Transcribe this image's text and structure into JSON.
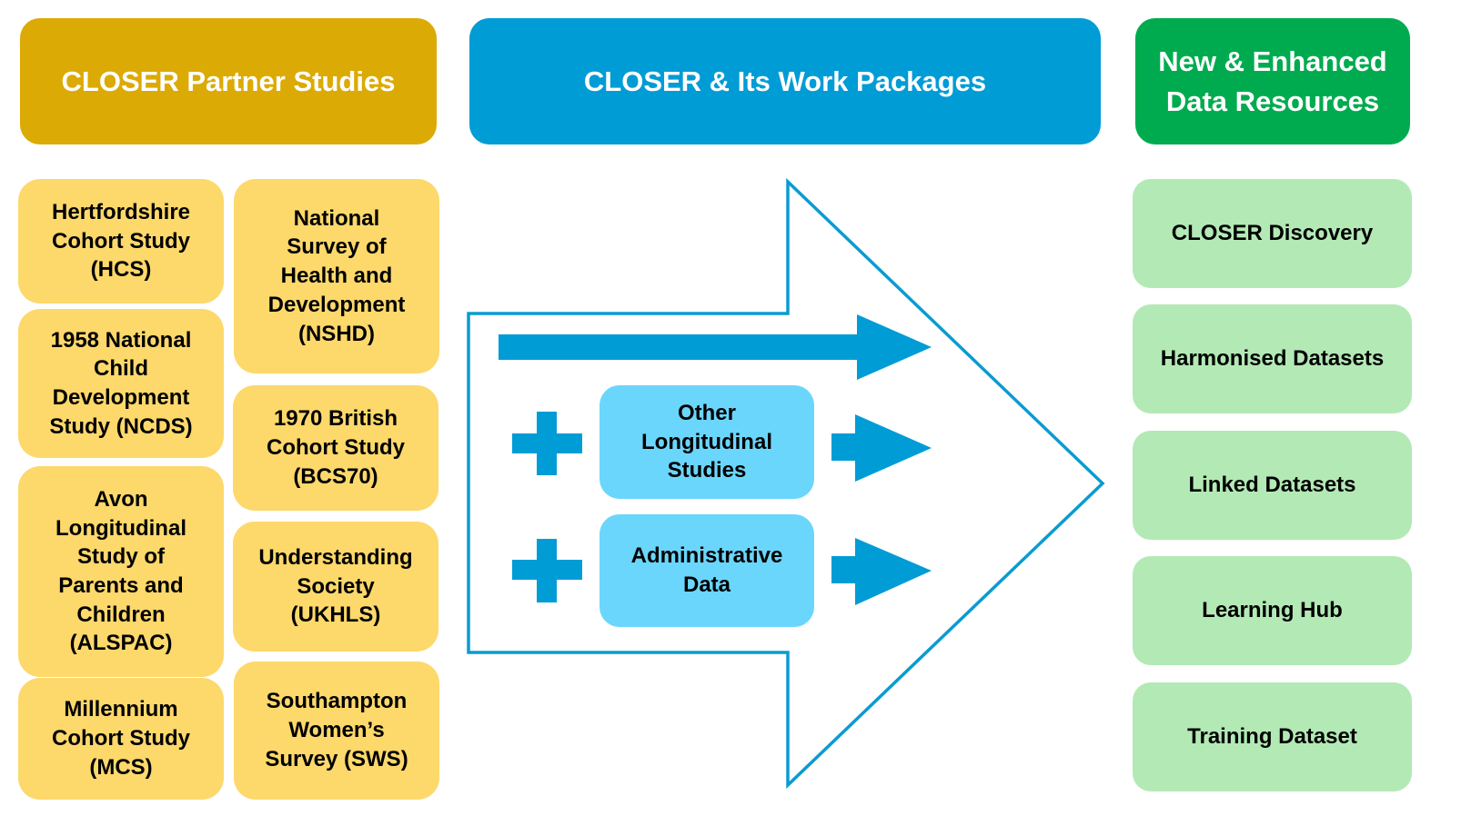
{
  "headers": {
    "partners": "CLOSER Partner Studies",
    "work_packages": "CLOSER & Its Work Packages",
    "resources": "New & Enhanced\nData Resources"
  },
  "partner_studies": {
    "left_column": [
      "Hertfordshire\nCohort Study\n(HCS)",
      "1958 National\nChild\nDevelopment\nStudy (NCDS)",
      "Avon\nLongitudinal\nStudy of\nParents and\nChildren\n(ALSPAC)",
      "Millennium\nCohort Study\n(MCS)"
    ],
    "right_column": [
      "National\nSurvey of\nHealth and\nDevelopment\n(NSHD)",
      "1970 British\nCohort Study\n(BCS70)",
      "Understanding\nSociety\n(UKHLS)",
      "Southampton\nWomen’s\nSurvey (SWS)"
    ]
  },
  "work_packages": {
    "additions": [
      "Other\nLongitudinal\nStudies",
      "Administrative\nData"
    ]
  },
  "resources": [
    "CLOSER Discovery",
    "Harmonised Datasets",
    "Linked Datasets",
    "Learning Hub",
    "Training Dataset"
  ],
  "colors": {
    "partner_header": "#dcaa04",
    "partner_box": "#fdd86b",
    "work_header": "#009cd6",
    "work_box": "#6ad6fc",
    "arrow": "#009cd6",
    "resource_header": "#00ab4f",
    "resource_box": "#b3e9b5"
  }
}
